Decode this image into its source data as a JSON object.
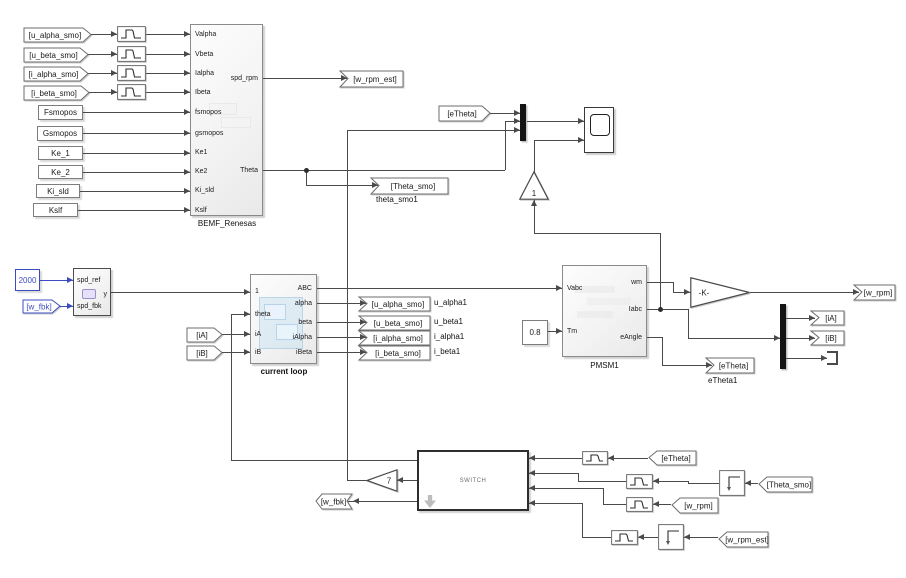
{
  "diagram": {
    "blocks": {
      "bemf": {
        "label": "BEMF_Renesas",
        "inputs": [
          "Valpha",
          "Vbeta",
          "Ialpha",
          "Ibeta",
          "fsmopos",
          "gsmopos",
          "Ke1",
          "Ke2",
          "Ki_sld",
          "Kslf"
        ],
        "outputs": [
          "spd_rpm",
          "Theta"
        ]
      },
      "speed": {
        "inputs": [
          "spd_ref",
          "spd_fbk"
        ],
        "output": "y"
      },
      "current_loop": {
        "label": "current loop",
        "inputs": [
          "1",
          "theta",
          "iA",
          "iB"
        ],
        "outputs": [
          "ABC",
          "alpha",
          "beta",
          "iAlpha",
          "iBeta"
        ]
      },
      "pmsm": {
        "label": "PMSM1",
        "inputs": [
          "Vabc",
          "Tm"
        ],
        "outputs": [
          "wm",
          "Iabc",
          "eAngle"
        ]
      },
      "switch": {
        "label": "SWITCH"
      }
    },
    "constants": {
      "fsmopos": "Fsmopos",
      "gsmopos": "Gsmopos",
      "ke_1": "Ke_1",
      "ke_2": "Ke_2",
      "ki_sld": "Ki_sld",
      "kslf": "Kslf",
      "spd_2000": "2000",
      "tm_0_8": "0.8"
    },
    "gains": {
      "unity": "1",
      "k": "-K-",
      "seven": "7"
    },
    "from_tags": {
      "u_alpha_smo": "[u_alpha_smo]",
      "u_beta_smo": "[u_beta_smo]",
      "i_alpha_smo": "[i_alpha_smo]",
      "i_beta_smo": "[i_beta_smo]",
      "eTheta_mux": "[eTheta]",
      "iA": "[iA]",
      "iB": "[iB]",
      "w_fbk": "[w_fbk]",
      "eTheta_sw": "[eTheta]",
      "theta_smo_sw": "[Theta_smo]",
      "w_rpm_sw": "[w_rpm]",
      "w_rpm_est_sw": "[w_rpm_est]"
    },
    "goto_tags": {
      "w_rpm_est": "[w_rpm_est]",
      "theta_smo": "[Theta_smo]",
      "u_alpha_smo": "[u_alpha_smo]",
      "u_beta_smo": "[u_beta_smo]",
      "i_alpha_smo": "[i_alpha_smo]",
      "i_beta_smo": "[i_beta_smo]",
      "w_rpm": "[w_rpm]",
      "iA": "[iA]",
      "iB": "[iB]",
      "eTheta": "[eTheta]",
      "w_fbk": "[w_fbk]"
    },
    "annotations": {
      "theta_smo1": "theta_smo1",
      "u_alpha1": "u_alpha1",
      "u_beta1": "u_beta1",
      "i_alpha1": "i_alpha1",
      "i_beta1": "i_beta1",
      "eTheta1": "eTheta1"
    },
    "colors": {
      "wire": "#4a4a4a",
      "blue": "#3b4cc0",
      "mux": "#141414"
    }
  }
}
